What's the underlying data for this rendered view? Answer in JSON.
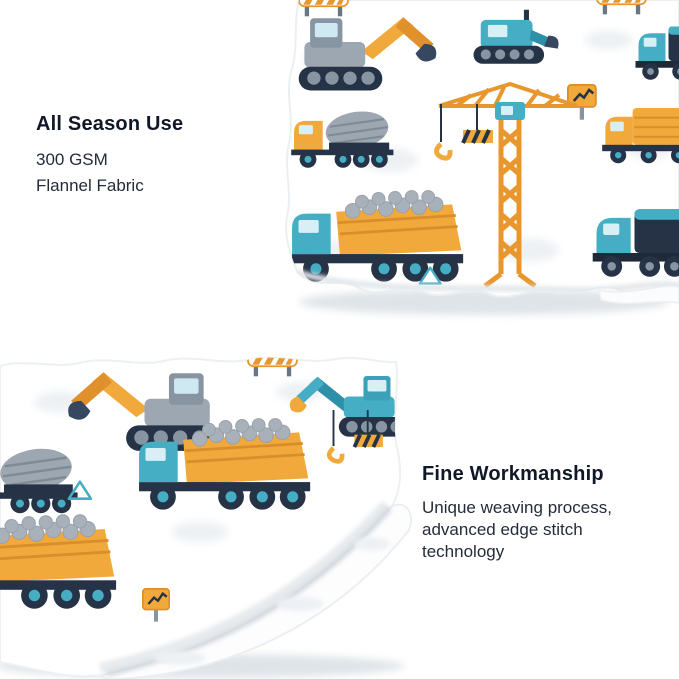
{
  "features": {
    "top": {
      "heading": "All Season Use",
      "lines": [
        "300 GSM",
        "Flannel Fabric"
      ]
    },
    "bottom": {
      "heading": "Fine Workmanship",
      "lines": [
        "Unique weaving process,",
        "advanced edge stitch",
        "technology"
      ]
    }
  },
  "photos": {
    "top_blanket_icons": [
      "traffic-barrier",
      "excavator",
      "wheel-loader",
      "semi-truck",
      "warning-sign",
      "cement-mixer-truck",
      "tower-crane",
      "box-truck",
      "crane-hook",
      "dump-truck",
      "triangle-mark"
    ],
    "bottom_blanket_icons": [
      "excavator",
      "traffic-barrier",
      "teal-excavator",
      "dump-truck",
      "crane-hook",
      "cement-mixer-truck",
      "warning-sign",
      "triangle-mark"
    ]
  },
  "colors": {
    "background": "#ffffff",
    "heading_text": "#101828",
    "body_text": "#232c3a",
    "teal": "#45aec4",
    "navy": "#263246",
    "yellow": "#f2a93b",
    "orange": "#e8962e",
    "gray": "#9ca7b2"
  }
}
